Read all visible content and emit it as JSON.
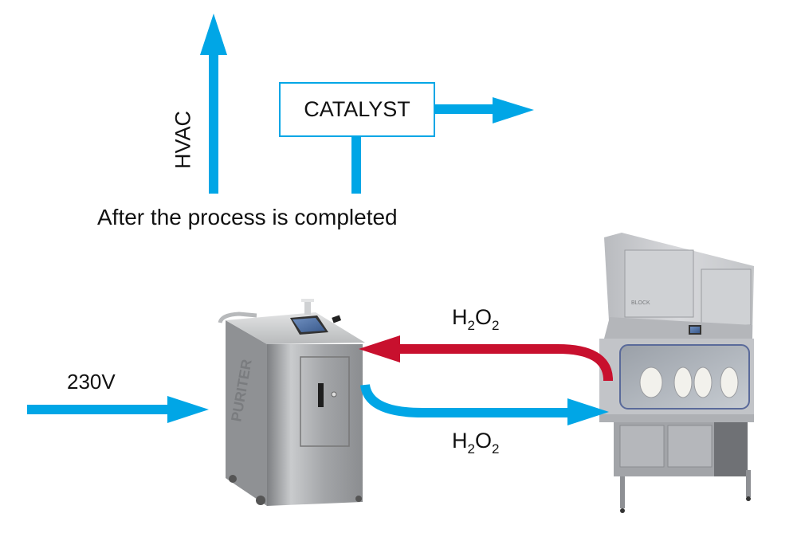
{
  "diagram": {
    "labels": {
      "hvac": "HVAC",
      "catalyst": "CATALYST",
      "after_process": "After the process is completed",
      "voltage": "230V",
      "flow_top_main": "H",
      "flow_top_sub1": "2",
      "flow_top_mid": "O",
      "flow_top_sub2": "2",
      "flow_bottom_main": "H",
      "flow_bottom_sub1": "2",
      "flow_bottom_mid": "O",
      "flow_bottom_sub2": "2"
    },
    "devices": {
      "generator_brand": "PURITER",
      "isolator_brand": "BLOCK"
    },
    "colors": {
      "flow_blue": "#00a6e6",
      "flow_red": "#c8102e",
      "steel": "#a9abae",
      "text": "#111111"
    }
  }
}
